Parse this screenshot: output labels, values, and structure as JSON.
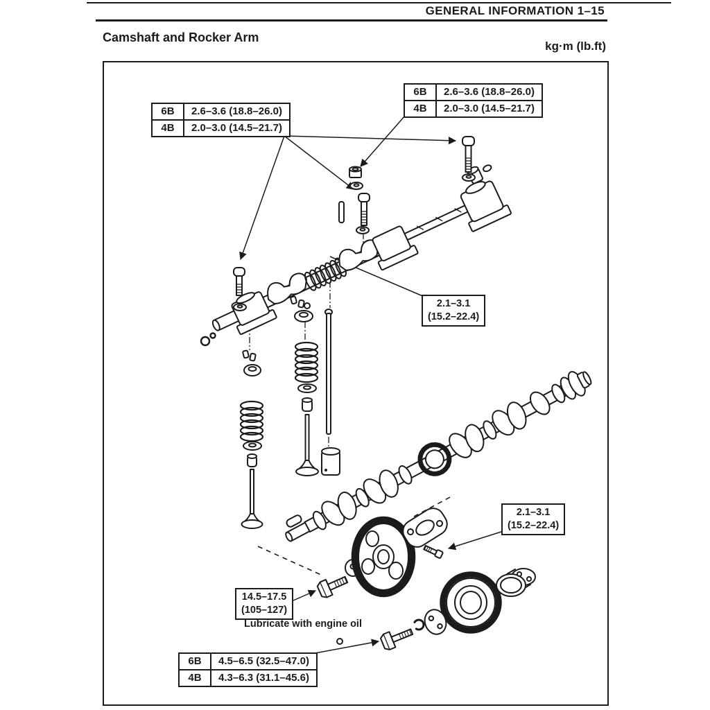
{
  "page": {
    "header": "GENERAL INFORMATION  1–15",
    "title": "Camshaft and Rocker Arm",
    "unit": "kg·m (lb.ft)"
  },
  "colors": {
    "ink": "#1b1b1b",
    "paper": "#ffffff"
  },
  "tables": {
    "top_left": {
      "rows": [
        {
          "code": "6B",
          "spec": "2.6–3.6 (18.8–26.0)"
        },
        {
          "code": "4B",
          "spec": "2.0–3.0 (14.5–21.7)"
        }
      ]
    },
    "top_right": {
      "rows": [
        {
          "code": "6B",
          "spec": "2.6–3.6 (18.8–26.0)"
        },
        {
          "code": "4B",
          "spec": "2.0–3.0 (14.5–21.7)"
        }
      ]
    },
    "bottom": {
      "rows": [
        {
          "code": "6B",
          "spec": "4.5–6.5 (32.5–47.0)"
        },
        {
          "code": "4B",
          "spec": "4.3–6.3 (31.1–45.6)"
        }
      ]
    }
  },
  "callouts": {
    "rocker_shaft": {
      "line1": "2.1–3.1",
      "line2": "(15.2–22.4)"
    },
    "thrust_plate": {
      "line1": "2.1–3.1",
      "line2": "(15.2–22.4)"
    },
    "gear_bolt": {
      "line1": "14.5–17.5",
      "line2": "(105–127)"
    }
  },
  "notes": {
    "lubricate": "Lubricate with engine oil"
  }
}
